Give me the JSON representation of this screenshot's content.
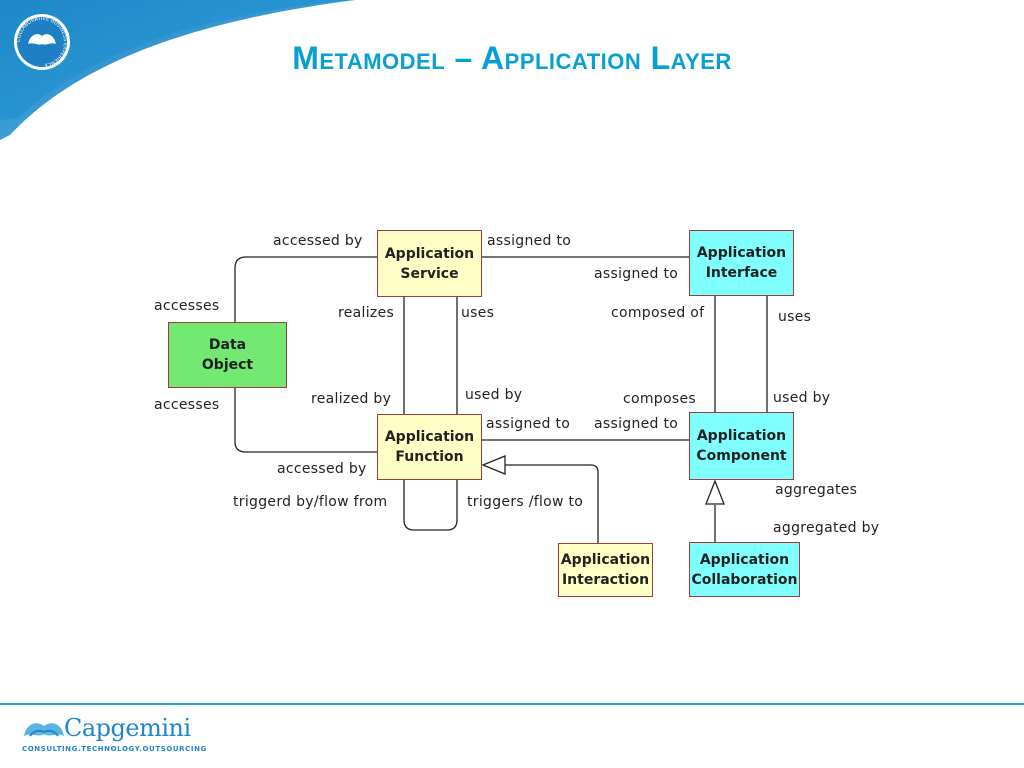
{
  "slide": {
    "title": "Metamodel – Application Layer"
  },
  "nodes": {
    "app_service": "Application\nService",
    "app_interface": "Application\nInterface",
    "data_object": "Data\nObject",
    "app_function": "Application\nFunction",
    "app_component": "Application\nComponent",
    "app_interaction": "Application\nInteraction",
    "app_collaboration": "Application\nCollaboration"
  },
  "labels": {
    "accessed_by_top": "accessed by",
    "assigned_to_service": "assigned to",
    "assigned_to_interface": "assigned to",
    "accesses_top": "accesses",
    "realizes": "realizes",
    "uses_left": "uses",
    "composed_of": "composed of",
    "uses_right": "uses",
    "accesses_bottom": "accesses",
    "realized_by": "realized by",
    "used_by_left": "used by",
    "composes": "composes",
    "used_by_right": "used by",
    "assigned_to_function": "assigned to",
    "assigned_to_component": "assigned to",
    "accessed_by_bottom": "accessed by",
    "aggregates": "aggregates",
    "triggered_by": "triggerd by/flow from",
    "triggers": "triggers /flow to",
    "aggregated_by": "aggregated by"
  },
  "colors": {
    "accent": "#0a9fd3",
    "yellow_fill": "#ffffc6",
    "cyan_fill": "#80ffff",
    "green_fill": "#73e873",
    "node_border": "#a33a3a"
  },
  "footer": {
    "brand": "Capgemini",
    "tagline": "CONSULTING.TECHNOLOGY.OUTSOURCING",
    "badge_text": "COLLABORATIVE BUSINESS EXPERIENCE"
  }
}
